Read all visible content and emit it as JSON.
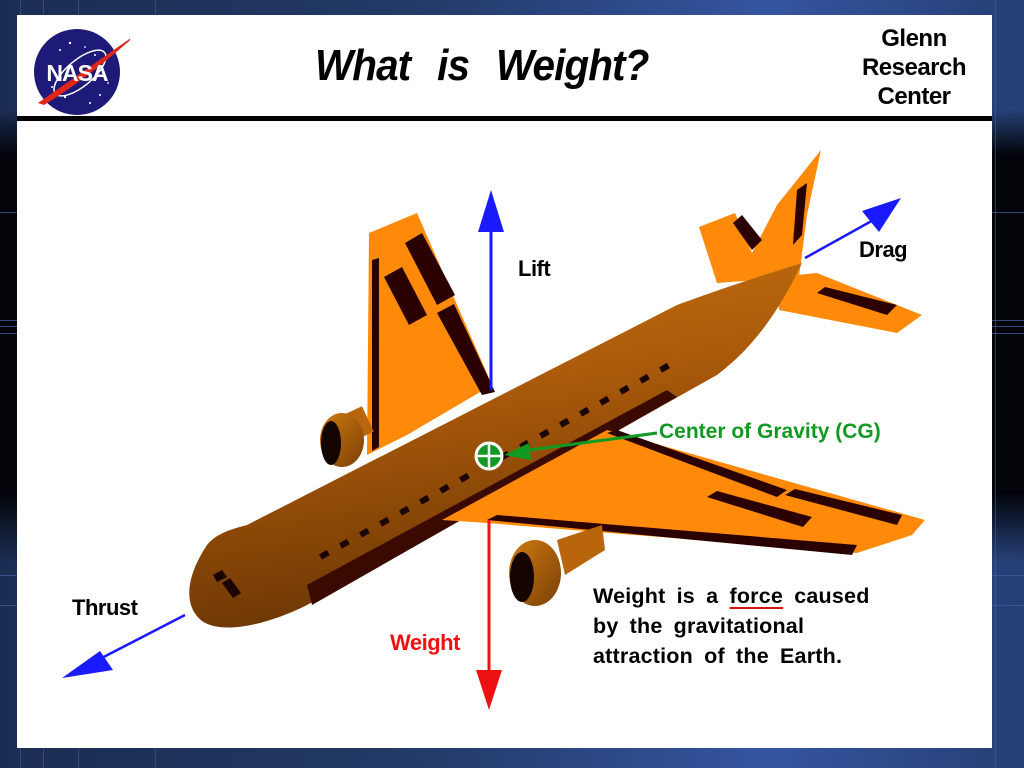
{
  "header": {
    "title": "What is Weight?",
    "logo": "nasa-meatball-logo",
    "center_name": [
      "Glenn",
      "Research",
      "Center"
    ]
  },
  "diagram": {
    "subject": "airplane",
    "forces": {
      "lift": {
        "label": "Lift",
        "direction": "up",
        "color": "#1a1aff"
      },
      "drag": {
        "label": "Drag",
        "direction": "aft",
        "color": "#1a1aff"
      },
      "thrust": {
        "label": "Thrust",
        "direction": "forward",
        "color": "#1a1aff"
      },
      "weight": {
        "label": "Weight",
        "direction": "down",
        "color": "#ee1111"
      }
    },
    "cg": {
      "label": "Center of Gravity (CG)",
      "color": "#119922"
    },
    "colors": {
      "fuselage": "#b05f0a",
      "wing": "#ff8a0a",
      "control_surface": "#2a0000"
    }
  },
  "caption": {
    "line1_before": "Weight is a ",
    "line1_link": "force",
    "line1_after": " caused",
    "line2": "by the gravitational",
    "line3": "attraction of the Earth."
  }
}
